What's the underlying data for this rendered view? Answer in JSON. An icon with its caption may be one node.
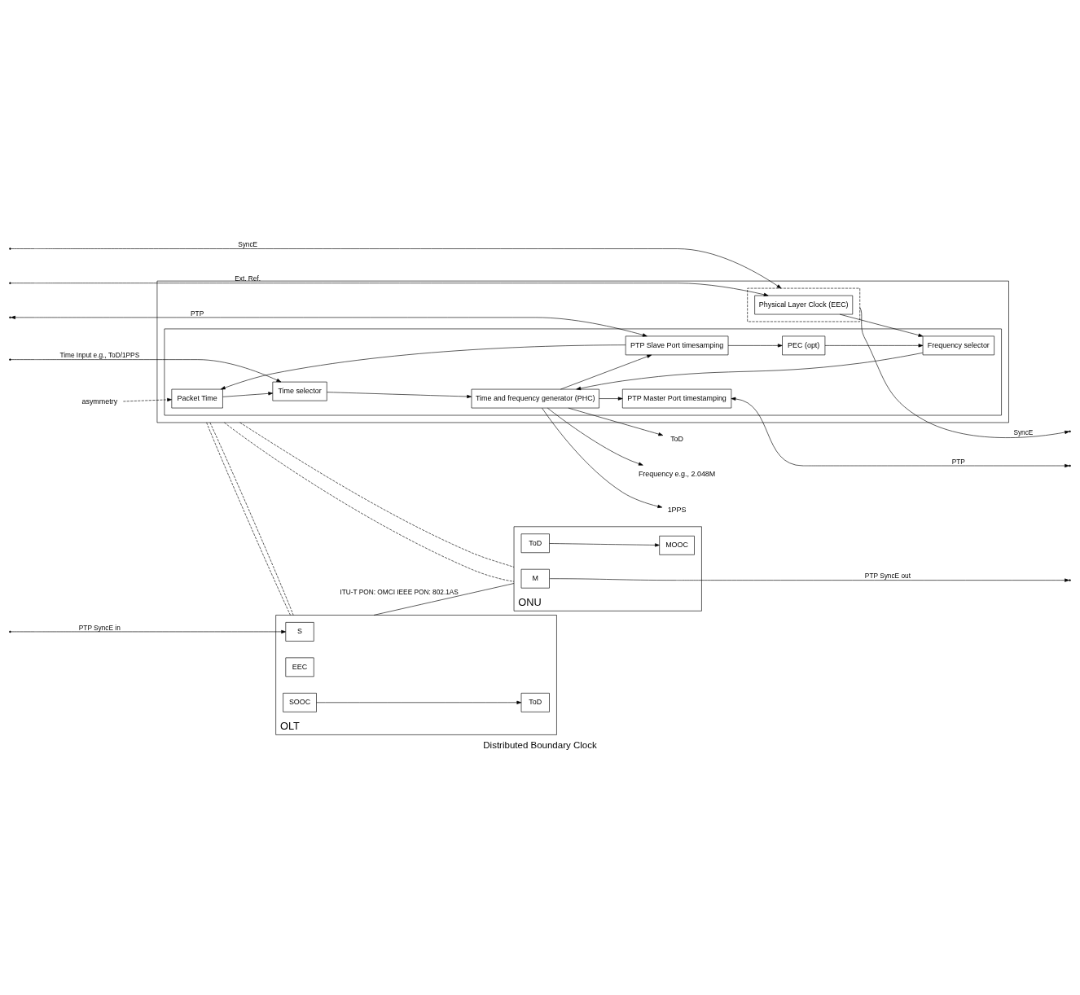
{
  "diagram": {
    "caption": "Distributed Boundary Clock",
    "nodes": [
      {
        "text": [],
        "shape": "box"
      },
      {
        "text": [],
        "shape": "box",
        "in": 0
      },
      {
        "text": [],
        "shape": "box",
        "in": 0
      },
      {
        "text": [
          "asymmetry"
        ]
      },
      {
        "text": [
          "Packet Time"
        ],
        "in": 1
      },
      {
        "text": [
          "Time selector"
        ],
        "in": 1
      },
      {
        "text": [
          "Time and frequency generator (PHC)"
        ],
        "in": 1
      },
      {
        "text": [
          "PTP Slave Port timesamping"
        ],
        "in": 1
      },
      {
        "text": [
          "PEC (opt)"
        ],
        "in": 1
      },
      {
        "text": [
          "Frequency selector"
        ],
        "in": 1
      },
      {
        "text": [
          "PTP Master Port timestamping"
        ],
        "in": 1
      },
      {
        "text": [
          "Physical Layer Clock (EEC)"
        ],
        "in": 2
      },
      {
        "text": [
          "Frequency e.g., 2.048M"
        ]
      },
      {
        "text": [
          "1PPS"
        ]
      },
      {
        "text": [
          "ToD"
        ]
      },
      {
        "text": [
          "OLT"
        ]
      },
      {
        "text": [
          "S"
        ],
        "in": 15
      },
      {
        "text": [
          "EEC"
        ],
        "in": 15
      },
      {
        "text": [
          "SOOC"
        ],
        "in": 15
      },
      {
        "text": [
          "ToD"
        ],
        "in": 15
      },
      {
        "text": [
          "ONU"
        ]
      },
      {
        "text": [
          "M"
        ],
        "in": 20
      },
      {
        "text": [
          "ToD"
        ],
        "in": 20
      },
      {
        "text": [
          "MOOC"
        ],
        "in": 20
      }
    ],
    "edges": [
      {
        "from": 3,
        "to": 4,
        "arrow": "to",
        "style": "dashed"
      },
      {
        "from": null,
        "to": 5,
        "arrow": "to",
        "label": "Time Input e.g., ToD/1PPS"
      },
      {
        "from": 4,
        "to": 5,
        "arrow": "to"
      },
      {
        "from": 5,
        "to": 6,
        "arrow": "to"
      },
      {
        "from": 6,
        "to": 12,
        "arrow": "to"
      },
      {
        "from": 6,
        "to": 13,
        "arrow": "to"
      },
      {
        "from": 6,
        "to": 14,
        "arrow": "to"
      },
      {
        "from": 7,
        "to": 4,
        "arrow": "to"
      },
      {
        "from": 7,
        "to": 8,
        "arrow": "to"
      },
      {
        "from": 6,
        "to": 7,
        "arrow": "to"
      },
      {
        "from": 6,
        "to": 10,
        "arrow": "to"
      },
      {
        "from": 8,
        "to": 9,
        "arrow": "to"
      },
      {
        "from": 9,
        "to": 6,
        "arrow": "to"
      },
      {
        "from": 11,
        "to": 9,
        "arrow": "to"
      },
      {
        "from": null,
        "to": 7,
        "arrow": "both",
        "label": "PTP"
      },
      {
        "from": 10,
        "to": null,
        "arrow": "both",
        "label": "PTP"
      },
      {
        "from": null,
        "to": 2,
        "arrow": "to",
        "label": "SyncE"
      },
      {
        "from": 2,
        "to": null,
        "arrow": "to",
        "label": "SyncE"
      },
      {
        "from": null,
        "to": 11,
        "arrow": "to",
        "label": "Ext. Ref."
      },
      {
        "from": 0,
        "to": 15,
        "arrow": "none",
        "style": "dashed"
      },
      {
        "from": 0,
        "to": 15,
        "arrow": "none",
        "style": "dashed"
      },
      {
        "from": 0,
        "to": 20,
        "arrow": "none",
        "style": "dashed"
      },
      {
        "from": 0,
        "to": 20,
        "arrow": "none",
        "style": "dashed"
      },
      {
        "from": null,
        "to": 16,
        "arrow": "to",
        "label": "PTP SyncE in"
      },
      {
        "from": 18,
        "to": 19,
        "arrow": "to"
      },
      {
        "from": 15,
        "to": 20,
        "arrow": "none",
        "label": "ITU-T PON: OMCI IEEE PON: 802.1AS"
      },
      {
        "from": 22,
        "to": 23,
        "arrow": "to"
      },
      {
        "from": 21,
        "to": null,
        "arrow": "to",
        "label": "PTP SyncE out"
      }
    ]
  }
}
